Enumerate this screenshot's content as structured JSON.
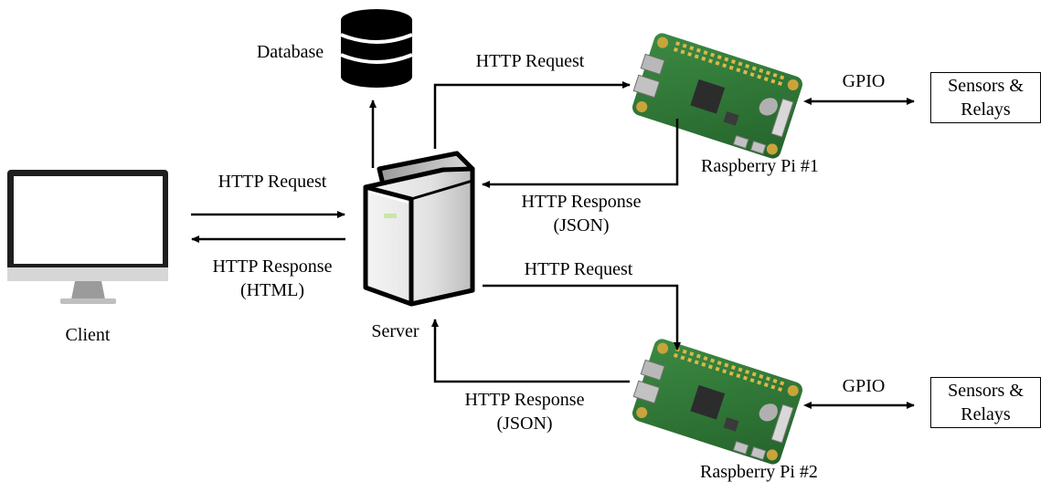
{
  "nodes": {
    "client": {
      "label": "Client"
    },
    "server": {
      "label": "Server"
    },
    "database": {
      "label": "Database"
    },
    "pi1": {
      "label": "Raspberry Pi #1"
    },
    "pi2": {
      "label": "Raspberry Pi #2"
    },
    "sensors1": {
      "line1": "Sensors &",
      "line2": "Relays"
    },
    "sensors2": {
      "line1": "Sensors &",
      "line2": "Relays"
    }
  },
  "edges": {
    "client_req": {
      "label": "HTTP Request"
    },
    "client_resp": {
      "line1": "HTTP Response",
      "line2": "(HTML)"
    },
    "pi1_req": {
      "label": "HTTP Request"
    },
    "pi1_resp": {
      "line1": "HTTP Response",
      "line2": "(JSON)"
    },
    "pi2_req": {
      "label": "HTTP Request"
    },
    "pi2_resp": {
      "line1": "HTTP Response",
      "line2": "(JSON)"
    },
    "gpio1": {
      "label": "GPIO"
    },
    "gpio2": {
      "label": "GPIO"
    }
  },
  "icons": {
    "client": "monitor-icon",
    "server": "server-tower-icon",
    "database": "database-icon",
    "pi": "raspberry-pi-board-icon"
  }
}
